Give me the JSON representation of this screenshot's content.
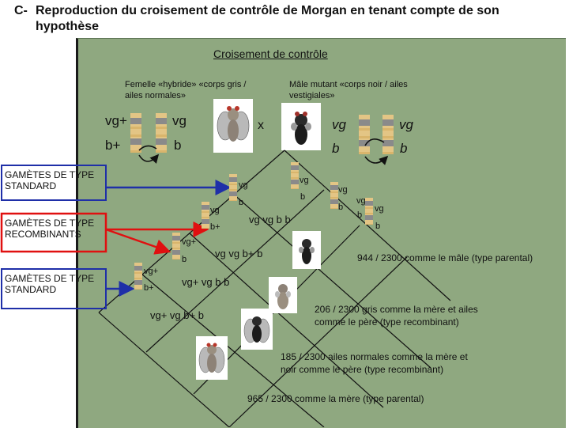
{
  "heading": {
    "letter": "C-",
    "line1": "Reproduction du croisement de contrôle de Morgan en tenant compte de son",
    "line2": "hypothèse"
  },
  "panel": {
    "title": "Croisement de contrôle",
    "female_label": "Femelle «hybride» «corps gris / ailes normales»",
    "male_label": "Mâle mutant «corps noir / ailes vestigiales»",
    "cross_symbol": "x",
    "female_alleles": {
      "a1": "vg+",
      "a2": "vg",
      "b1": "b+",
      "b2": "b"
    },
    "male_alleles": {
      "a1": "vg",
      "a2": "vg",
      "b1": "b",
      "b2": "b"
    }
  },
  "gametes": {
    "standard_top": "GAMÈTES DE TYPE STANDARD",
    "recombinant": "GAMÈTES DE TYPE RECOMBINANTS",
    "standard_bottom": "GAMÈTES DE TYPE STANDARD",
    "arrow_colors": {
      "standard": "#1f2fa8",
      "recombinant": "#e01010"
    }
  },
  "grid_labels": {
    "g1_vg": "vg",
    "g1_b": "b",
    "g2_vg": "vg",
    "g2_b": "b+",
    "g3_vg": "vg+",
    "g3_b": "b",
    "g4_vg": "vg+",
    "g4_b": "b+",
    "m1_vg": "vg",
    "m1_b": "b",
    "m2_vg": "vg",
    "m2_b": "b",
    "m3_vg": "vg",
    "m3_b": "b",
    "genotype1": "vg vg b b",
    "genotype2": "vg vg b+ b",
    "genotype3": "vg+ vg b b",
    "genotype4": "vg+ vg b+ b"
  },
  "results": {
    "r1": "944 / 2300 comme le mâle (type parental)",
    "r2": "206 / 2300 gris comme la mère et ailes comme le père (type recombinant)",
    "r3": "185 / 2300 ailes normales comme la mère et noir comme le père (type recombinant)",
    "r4": "965 / 2300 comme la mère (type parental)"
  }
}
